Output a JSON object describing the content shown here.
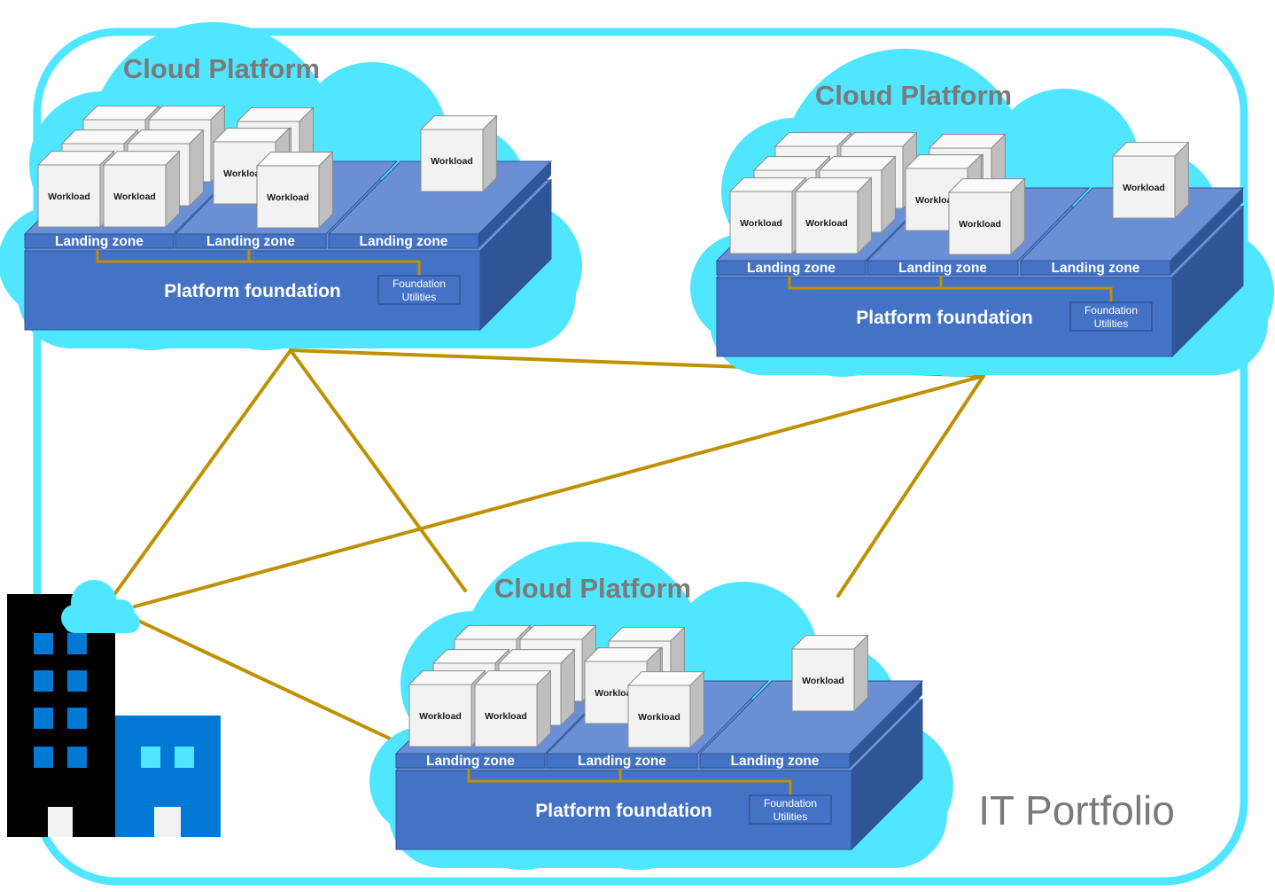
{
  "diagram": {
    "portfolio_label": "IT Portfolio",
    "clouds": [
      {
        "title": "Cloud Platform",
        "landing_zone_label": "Landing zone",
        "platform_foundation_label": "Platform foundation",
        "foundation_utilities_line1": "Foundation",
        "foundation_utilities_line2": "Utilities",
        "workload_label": "Workload"
      },
      {
        "title": "Cloud Platform",
        "landing_zone_label": "Landing zone",
        "platform_foundation_label": "Platform foundation",
        "foundation_utilities_line1": "Foundation",
        "foundation_utilities_line2": "Utilities",
        "workload_label": "Workload"
      },
      {
        "title": "Cloud Platform",
        "landing_zone_label": "Landing zone",
        "platform_foundation_label": "Platform foundation",
        "foundation_utilities_line1": "Foundation",
        "foundation_utilities_line2": "Utilities",
        "workload_label": "Workload"
      }
    ],
    "colors": {
      "cloud": "#50e6ff",
      "portfolio_border": "#50e6ff",
      "platform_front": "#4472c4",
      "platform_top": "#6a8fd4",
      "platform_side": "#2f5597",
      "landing_zone": "#4f7ccf",
      "connector": "#bf9000",
      "cube_front": "#f2f2f2",
      "cube_top": "#fafafa",
      "cube_side": "#bfbfbf",
      "building_dark": "#000000",
      "building_blue": "#0078d4",
      "window_blue": "#0078d4",
      "window_light": "#50e6ff"
    },
    "icons": [
      "on-premises-building-icon",
      "cloud-icon"
    ]
  }
}
